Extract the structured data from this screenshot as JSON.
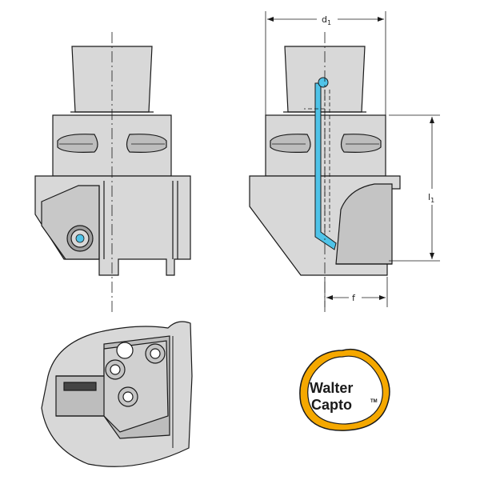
{
  "dimensions": {
    "d1": {
      "main": "d",
      "sub": "1"
    },
    "l1": {
      "main": "l",
      "sub": "1"
    },
    "f": {
      "main": "f",
      "sub": ""
    }
  },
  "logo": {
    "line1": "Walter",
    "line2": "Capto",
    "trademark": "TM"
  },
  "colors": {
    "body_fill": "#d8d8d8",
    "body_dark": "#bdbdbd",
    "outline": "#1a1a1a",
    "coolant": "#4fc3e8",
    "logo_ring": "#f5a800"
  },
  "icons": [
    "coolant-channel",
    "clamp-screw",
    "walter-capto-logo"
  ]
}
